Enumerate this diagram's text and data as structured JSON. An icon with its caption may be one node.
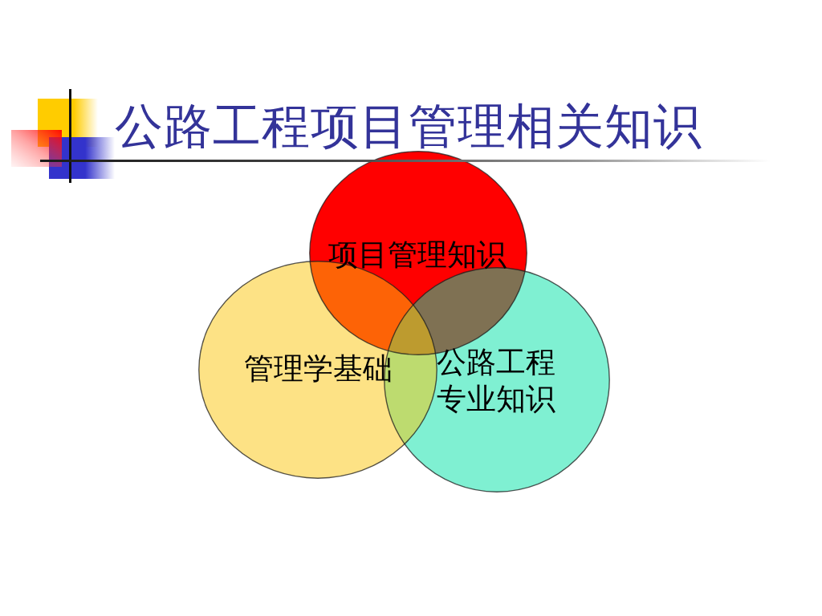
{
  "diagram": {
    "title": "公路工程项目管理相关知识",
    "nodes": [
      {
        "text": [
          "项目管理知识"
        ]
      },
      {
        "text": [
          "管理学基础"
        ]
      },
      {
        "text": [
          "公路工程专业知识"
        ]
      }
    ]
  }
}
